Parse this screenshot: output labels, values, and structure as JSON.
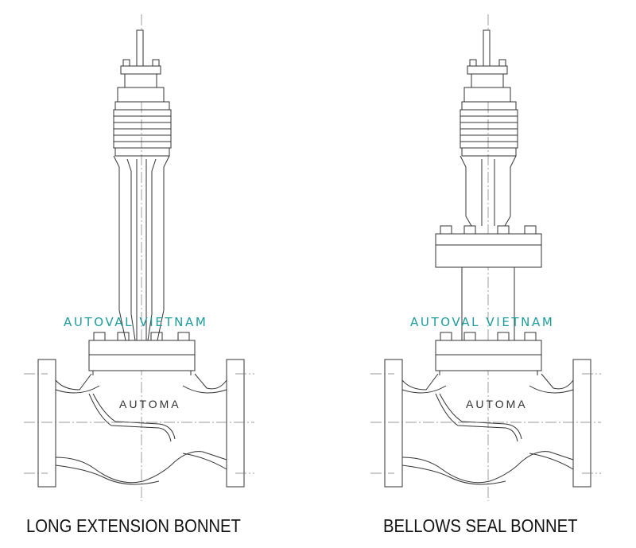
{
  "diagrams": [
    {
      "caption": "LONG EXTENSION BONNET",
      "body_marking": "AUTOMA",
      "watermark": "AUTOVAL VIETNAM"
    },
    {
      "caption": "BELLOWS SEAL BONNET",
      "body_marking": "AUTOMA",
      "watermark": "AUTOVAL VIETNAM"
    }
  ],
  "colors": {
    "watermark": "#1c9c9c",
    "line": "#333333"
  }
}
